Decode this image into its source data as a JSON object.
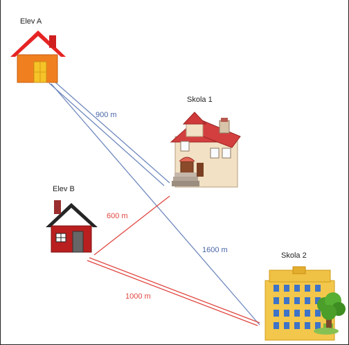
{
  "labels": {
    "elev_a": "Elev A",
    "elev_b": "Elev B",
    "skola_1": "Skola 1",
    "skola_2": "Skola 2"
  },
  "distances": {
    "a_to_skola1": "900 m",
    "b_to_skola1": "600 m",
    "a_to_skola2": "1600 m",
    "b_to_skola2": "1000 m"
  },
  "colors": {
    "blue_route": "#6f88bd",
    "red_route": "#e0463f",
    "label_text": "#222222"
  }
}
